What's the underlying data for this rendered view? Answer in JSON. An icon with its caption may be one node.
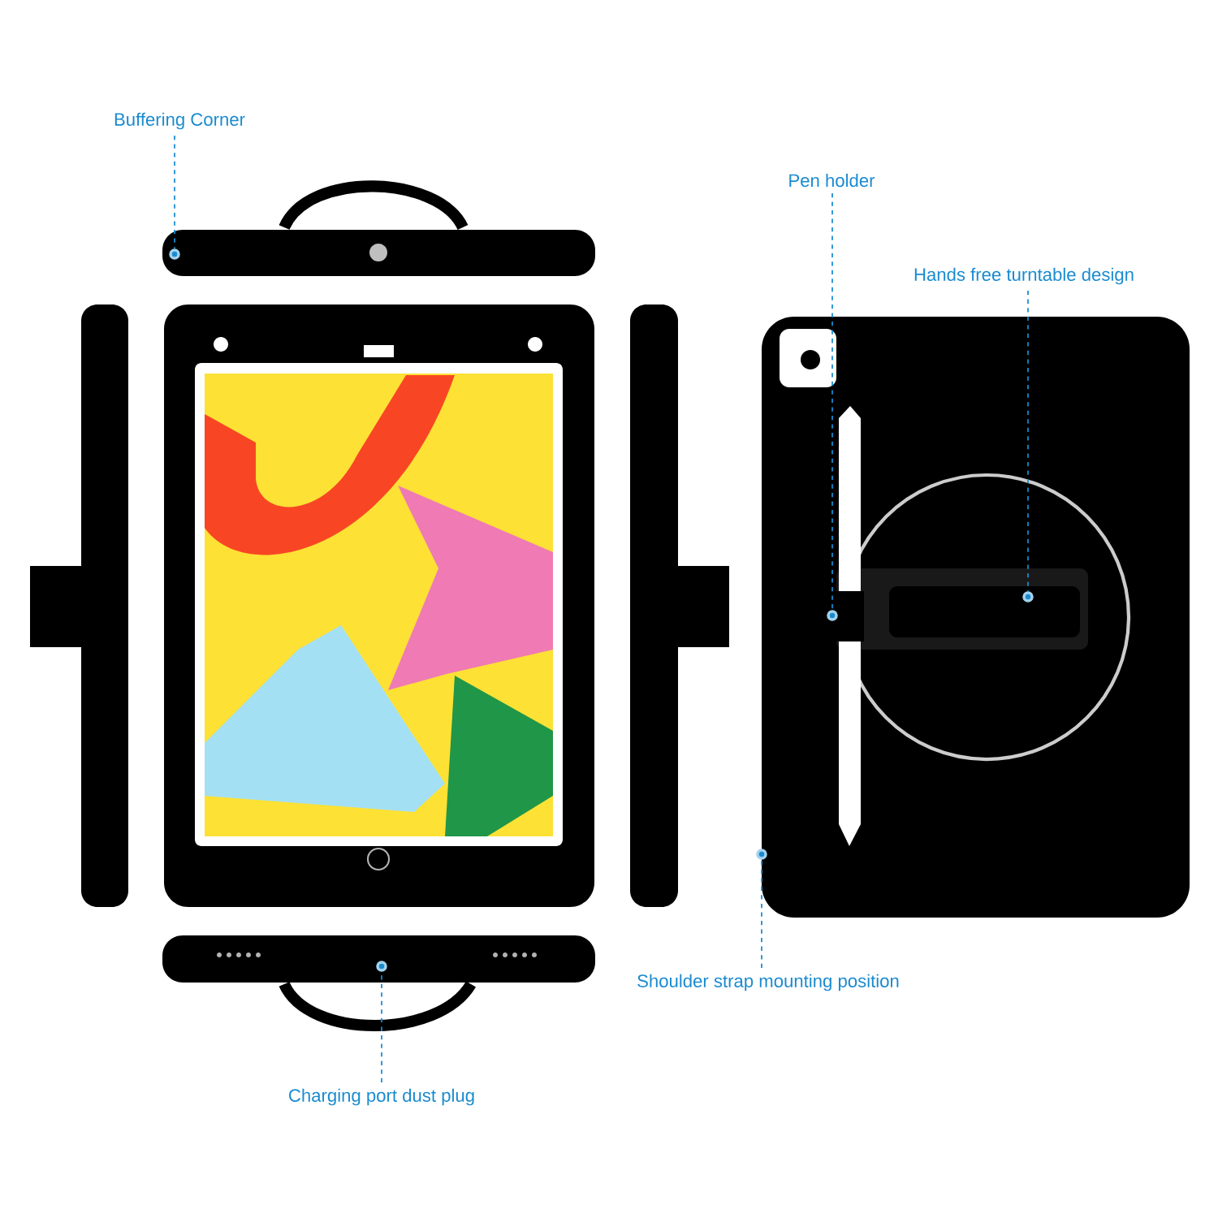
{
  "diagram": {
    "nodes": [
      {
        "text": [
          "Buffering Corner"
        ]
      },
      {
        "text": [],
        "shape": "circle"
      },
      {
        "text": [
          "Pen holder"
        ]
      },
      {
        "text": [],
        "shape": "circle"
      },
      {
        "text": [
          "Hands free turntable design"
        ]
      },
      {
        "text": [],
        "shape": "circle"
      },
      {
        "text": [
          "Shoulder strap mounting position"
        ]
      },
      {
        "text": [],
        "shape": "circle"
      },
      {
        "text": [
          "Charging port dust plug"
        ]
      },
      {
        "text": [],
        "shape": "circle"
      }
    ],
    "edges": [
      {
        "from": 0,
        "to": 1,
        "arrow": "none",
        "style": "dashed"
      },
      {
        "from": 2,
        "to": 3,
        "arrow": "none",
        "style": "dashed"
      },
      {
        "from": 4,
        "to": 5,
        "arrow": "none",
        "style": "dashed"
      },
      {
        "from": 6,
        "to": 7,
        "arrow": "none",
        "style": "dashed"
      },
      {
        "from": 8,
        "to": 9,
        "arrow": "none",
        "style": "dashed"
      }
    ]
  }
}
